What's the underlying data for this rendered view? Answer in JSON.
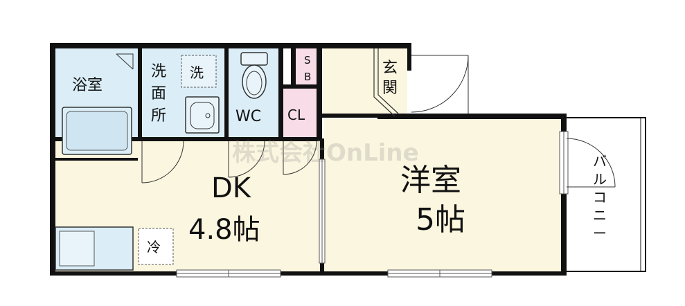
{
  "rooms": {
    "bath": "浴室",
    "washroom_chars": [
      "洗",
      "面",
      "所"
    ],
    "washer": "洗",
    "wc": "WC",
    "storage_chars": [
      "S",
      "B"
    ],
    "closet": "CL",
    "entrance_chars": [
      "玄",
      "関"
    ],
    "dk_name": "DK",
    "dk_size": "4.8帖",
    "western_name": "洋室",
    "western_size": "5帖",
    "balcony_chars": [
      "バ",
      "ル",
      "コ",
      "ニ",
      "ー"
    ],
    "fridge": "冷"
  },
  "watermark": "株式会社OnLine",
  "colors": {
    "wall": "#111111",
    "wet_area": "#dbeef8",
    "living": "#fbf6df",
    "storage": "#f8dde8",
    "balcony": "#ffffff"
  }
}
